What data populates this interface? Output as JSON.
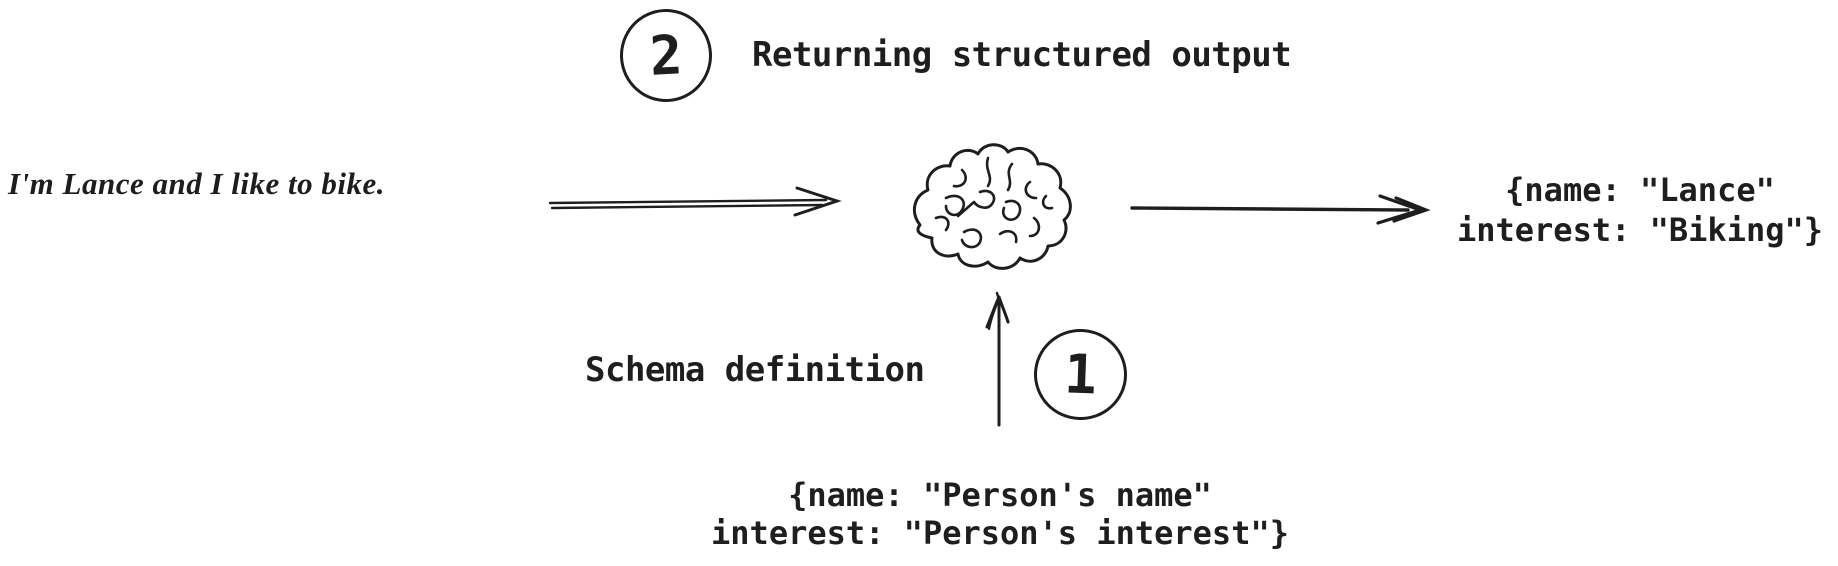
{
  "canvas": {
    "background": "#ffffff",
    "ink": "#1e1e1e"
  },
  "steps": {
    "step2": {
      "number": "2",
      "label": "Returning structured output"
    },
    "step1": {
      "number": "1",
      "label": "Schema definition"
    }
  },
  "input_message": {
    "text": "I'm Lance and I like to bike."
  },
  "model": {
    "icon": "brain-icon"
  },
  "structured_output": {
    "line1": "{name: \"Lance\"",
    "line2": "interest: \"Biking\"}"
  },
  "schema_definition": {
    "line1": "{name: \"Person's name\"",
    "line2": "interest: \"Person's interest\"}"
  }
}
